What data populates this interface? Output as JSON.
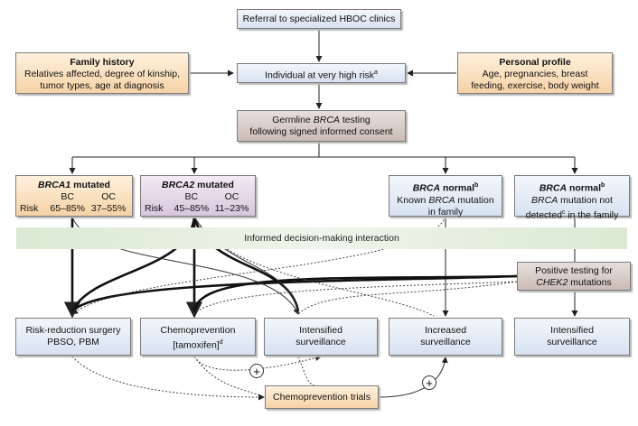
{
  "referral": "Referral to specialized HBOC clinics",
  "family_history": {
    "title": "Family history",
    "line1": "Relatives affected, degree of kinship,",
    "line2": "tumor types, age at diagnosis"
  },
  "personal_profile": {
    "title": "Personal profile",
    "line1": "Age, pregnancies, breast",
    "line2": "feeding, exercise, body weight"
  },
  "individual": {
    "text": "Individual at very high risk",
    "sup": "a"
  },
  "germline": {
    "line1_pre": "Germline ",
    "line1_em": "BRCA",
    "line1_post": " testing",
    "line2": "following signed informed consent"
  },
  "brca1": {
    "gene": "BRCA1",
    "label": " mutated",
    "col1": "BC",
    "col2": "OC",
    "risk": "Risk",
    "bc": "65–85%",
    "oc": "37–55%"
  },
  "brca2": {
    "gene": "BRCA2",
    "label": " mutated",
    "col1": "BC",
    "col2": "OC",
    "risk": "Risk",
    "bc": "45–85%",
    "oc": "11–23%"
  },
  "brca_normal_known": {
    "gene": "BRCA",
    "label": " normal",
    "sup": "b",
    "line2_pre": "Known ",
    "line2_em": "BRCA",
    "line2_post": " mutation",
    "line3": "in family"
  },
  "brca_normal_nd": {
    "gene": "BRCA",
    "label": " normal",
    "sup": "b",
    "line2_em": "BRCA",
    "line2_post": " mutation not",
    "line3_pre": "detected",
    "line3_sup": "c",
    "line3_post": " in the family"
  },
  "band": "Informed decision-making interaction",
  "chek2": {
    "line1": "Positive testing for",
    "line2_em": "CHEK2",
    "line2_post": " mutations"
  },
  "outcomes": {
    "risk_reduction": {
      "line1": "Risk-reduction surgery",
      "line2": "PBSO, PBM"
    },
    "chemoprevention": {
      "line1": "Chemoprevention",
      "line2": "[tamoxifen]",
      "sup": "d"
    },
    "intensified1": {
      "line1": "Intensified",
      "line2": "surveillance"
    },
    "increased": {
      "line1": "Increased",
      "line2": "surveillance"
    },
    "intensified2": {
      "line1": "Intensified",
      "line2": "surveillance"
    }
  },
  "trials": "Chemoprevention trials",
  "plus_symbol": "+"
}
